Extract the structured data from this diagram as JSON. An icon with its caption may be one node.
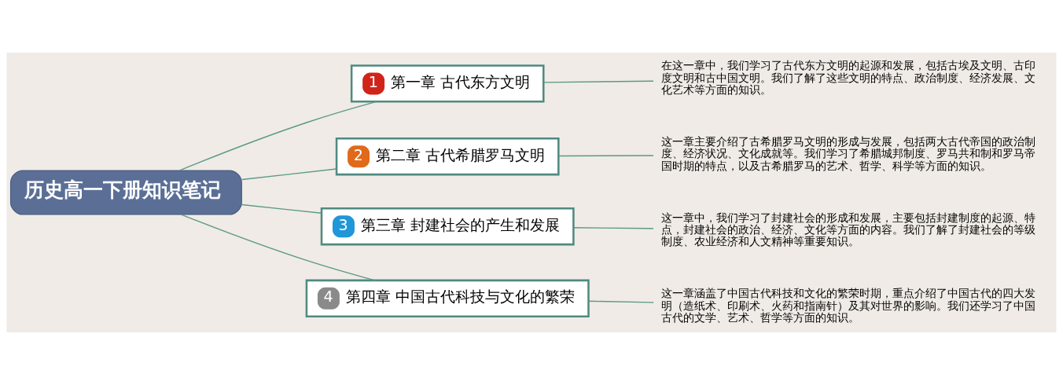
{
  "diagram": {
    "nodes": [
      {
        "text": [
          "历史高一下册知识笔记"
        ]
      },
      {
        "text": [
          "1",
          "第一章 古代东方文明"
        ]
      },
      {
        "text": [
          "在这一章中，我们学习了古代东方文明的起源和发展，包括古埃及文明、古印度文明和古中国文明。我们了解了这些文明的特点、政治制度、经济发展、文化艺术等方面的知识。"
        ]
      },
      {
        "text": [
          "2",
          "第二章 古代希腊罗马文明"
        ]
      },
      {
        "text": [
          "这一章主要介绍了古希腊罗马文明的形成与发展，包括两大古代帝国的政治制度、经济状况、文化成就等。我们学习了希腊城邦制度、罗马共和制和罗马帝国时期的特点，以及古希腊罗马的艺术、哲学、科学等方面的知识。"
        ]
      },
      {
        "text": [
          "3",
          "第三章 封建社会的产生和发展"
        ]
      },
      {
        "text": [
          "这一章中，我们学习了封建社会的形成和发展，主要包括封建制度的起源、特点，封建社会的政治、经济、文化等方面的内容。我们了解了封建社会的等级制度、农业经济和人文精神等重要知识。"
        ]
      },
      {
        "text": [
          "4",
          "第四章 中国古代科技与文化的繁荣"
        ]
      },
      {
        "text": [
          "这一章涵盖了中国古代科技和文化的繁荣时期，重点介绍了中国古代的四大发明（造纸术、印刷术、火药和指南针）及其对世界的影响。我们还学习了中国古代的文学、艺术、哲学等方面的知识。"
        ]
      }
    ],
    "edges": [
      {
        "from": 0,
        "to": 1,
        "arrow": "none"
      },
      {
        "from": 1,
        "to": 2,
        "arrow": "none"
      },
      {
        "from": 0,
        "to": 3,
        "arrow": "none"
      },
      {
        "from": 3,
        "to": 4,
        "arrow": "none"
      },
      {
        "from": 0,
        "to": 5,
        "arrow": "none"
      },
      {
        "from": 5,
        "to": 6,
        "arrow": "none"
      },
      {
        "from": 0,
        "to": 7,
        "arrow": "none"
      },
      {
        "from": 7,
        "to": 8,
        "arrow": "none"
      }
    ]
  }
}
